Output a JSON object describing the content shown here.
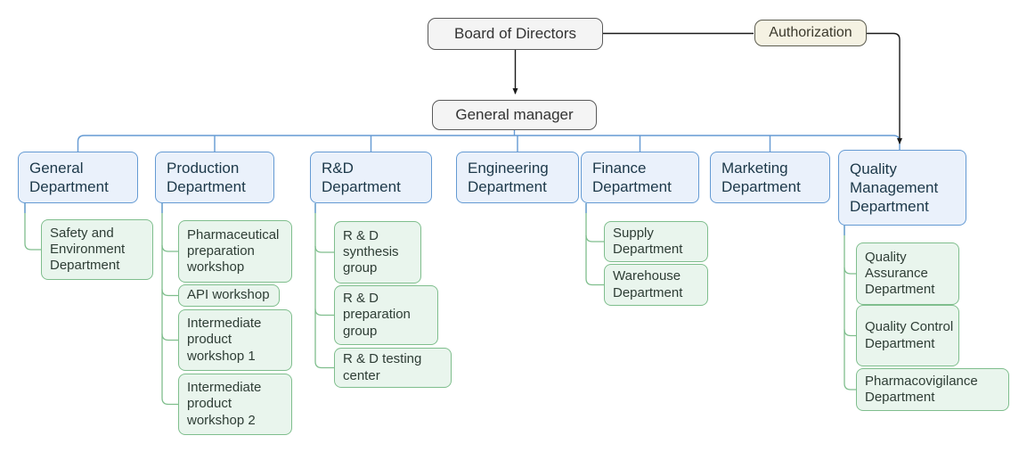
{
  "diagram": {
    "type": "organization-chart",
    "board": "Board of Directors",
    "authorization": "Authorization",
    "general_manager": "General manager",
    "departments": [
      {
        "label": "General Department",
        "children": [
          {
            "label": "Safety and Environment Department"
          }
        ]
      },
      {
        "label": "Production Department",
        "children": [
          {
            "label": "Pharmaceutical preparation workshop"
          },
          {
            "label": "API workshop"
          },
          {
            "label": "Intermediate product workshop 1"
          },
          {
            "label": "Intermediate product workshop 2"
          }
        ]
      },
      {
        "label": "R&D Department",
        "children": [
          {
            "label": "R & D synthesis group"
          },
          {
            "label": "R & D preparation group"
          },
          {
            "label": "R & D testing center"
          }
        ]
      },
      {
        "label": "Engineering Department",
        "children": []
      },
      {
        "label": "Finance Department",
        "children": [
          {
            "label": "Supply Department"
          },
          {
            "label": "Warehouse Department"
          }
        ]
      },
      {
        "label": "Marketing Department",
        "children": []
      },
      {
        "label": "Quality Management Department",
        "children": [
          {
            "label": "Quality Assurance Department"
          },
          {
            "label": "Quality Control Department"
          },
          {
            "label": "Pharmacovigilance Department"
          }
        ]
      }
    ],
    "colors": {
      "department_fill": "#eaf1fb",
      "department_border": "#649ad3",
      "department_text": "#1c3849",
      "sub_department_fill": "#e9f5ed",
      "sub_department_border": "#7fbe8d",
      "sub_department_text": "#2e3d35",
      "executive_fill": "#f4f4f4",
      "executive_border": "#595959",
      "authorization_fill": "#f5f2e3",
      "authorization_border": "#5c5c50",
      "connector_blue": "#649ad3",
      "connector_green": "#7fbe8d",
      "connector_black": "#1a1a1a"
    }
  }
}
